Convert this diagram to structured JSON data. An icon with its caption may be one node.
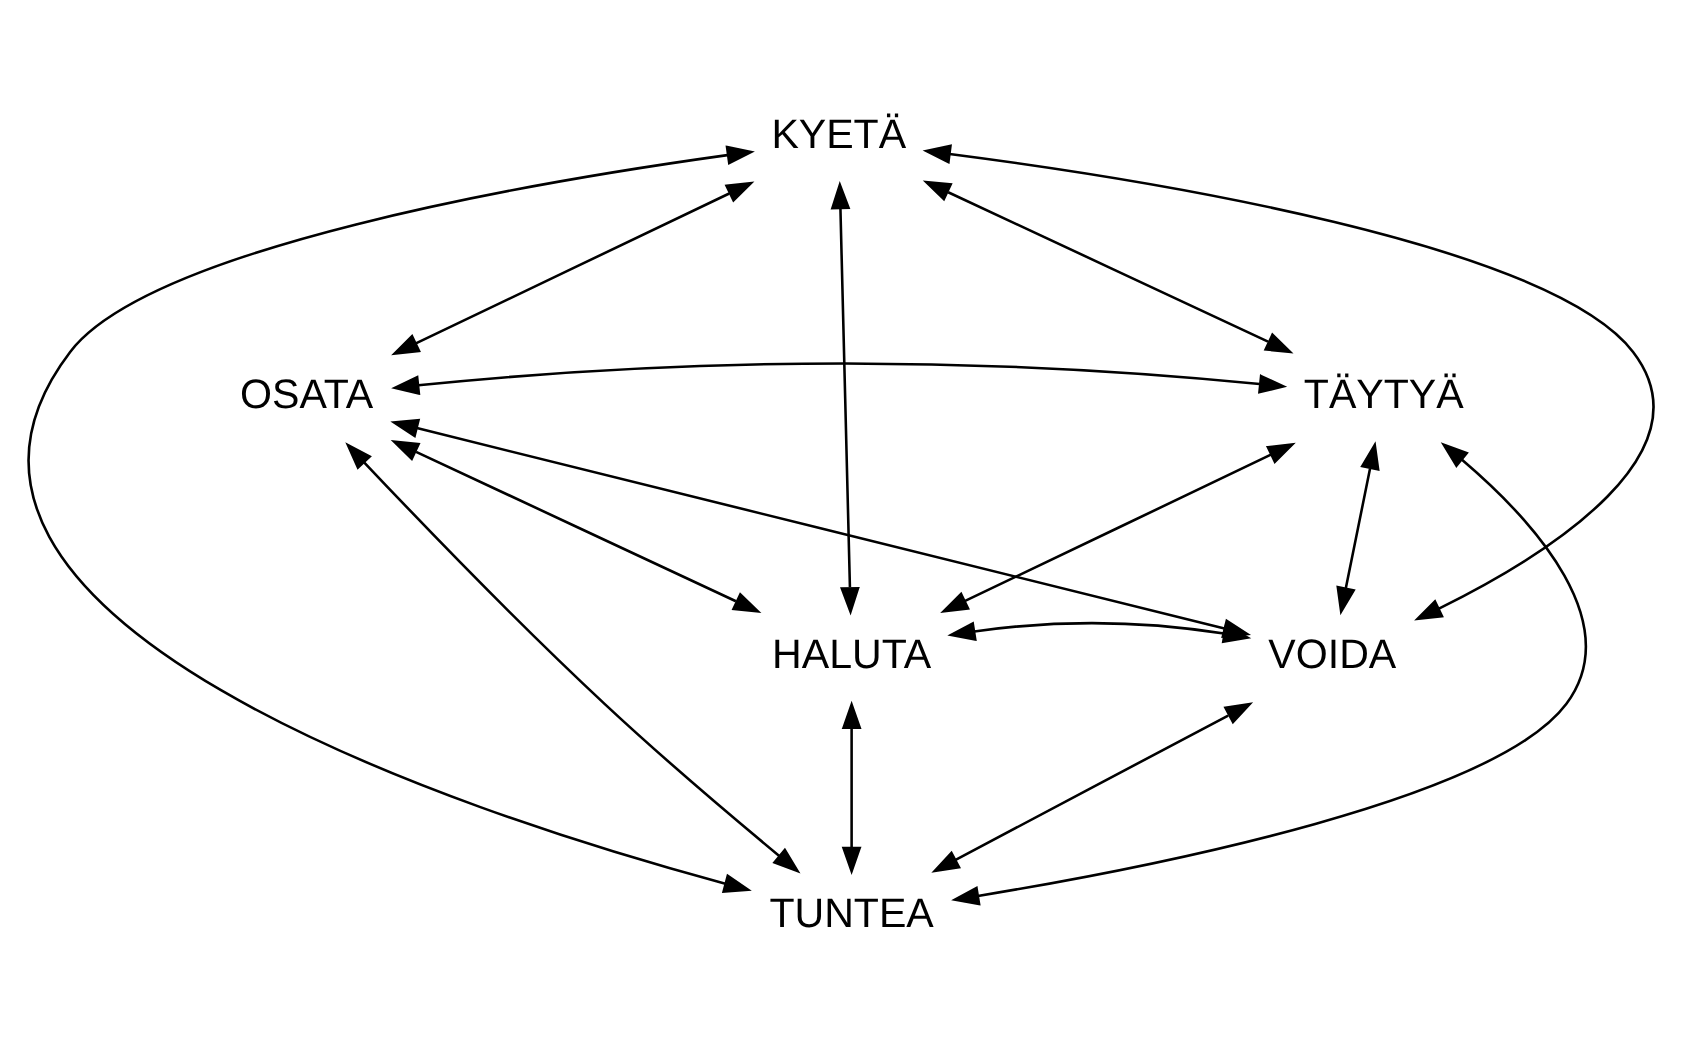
{
  "diagram": {
    "nodes": [
      {
        "text": [
          "KYETÄ"
        ]
      },
      {
        "text": [
          "OSATA"
        ]
      },
      {
        "text": [
          "TÄYTYÄ"
        ]
      },
      {
        "text": [
          "HALUTA"
        ]
      },
      {
        "text": [
          "VOIDA"
        ]
      },
      {
        "text": [
          "TUNTEA"
        ]
      }
    ],
    "edges": [
      {
        "from": 0,
        "to": 1,
        "arrow": "both"
      },
      {
        "from": 0,
        "to": 3,
        "arrow": "both"
      },
      {
        "from": 0,
        "to": 5,
        "arrow": "both"
      },
      {
        "from": 0,
        "to": 4,
        "arrow": "both"
      },
      {
        "from": 0,
        "to": 2,
        "arrow": "both"
      },
      {
        "from": 1,
        "to": 2,
        "arrow": "both"
      },
      {
        "from": 1,
        "to": 4,
        "arrow": "both"
      },
      {
        "from": 1,
        "to": 3,
        "arrow": "both"
      },
      {
        "from": 1,
        "to": 5,
        "arrow": "both"
      },
      {
        "from": 3,
        "to": 2,
        "arrow": "both"
      },
      {
        "from": 3,
        "to": 4,
        "arrow": "both"
      },
      {
        "from": 3,
        "to": 5,
        "arrow": "both"
      },
      {
        "from": 2,
        "to": 4,
        "arrow": "both"
      },
      {
        "from": 2,
        "to": 5,
        "arrow": "both"
      },
      {
        "from": 4,
        "to": 5,
        "arrow": "both"
      }
    ]
  }
}
